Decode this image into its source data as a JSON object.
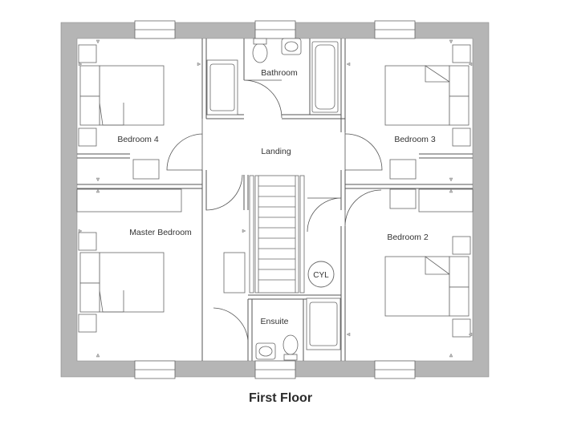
{
  "plan": {
    "caption": "First Floor",
    "rooms": {
      "bathroom": "Bathroom",
      "bedroom4": "Bedroom 4",
      "landing": "Landing",
      "bedroom3": "Bedroom 3",
      "master": "Master Bedroom",
      "bedroom2": "Bedroom 2",
      "ensuite": "Ensuite",
      "cylinder": "CYL"
    }
  },
  "colors": {
    "wall": "#b5b5b5",
    "line": "#555555",
    "text": "#333333",
    "window": "#ffffff"
  }
}
